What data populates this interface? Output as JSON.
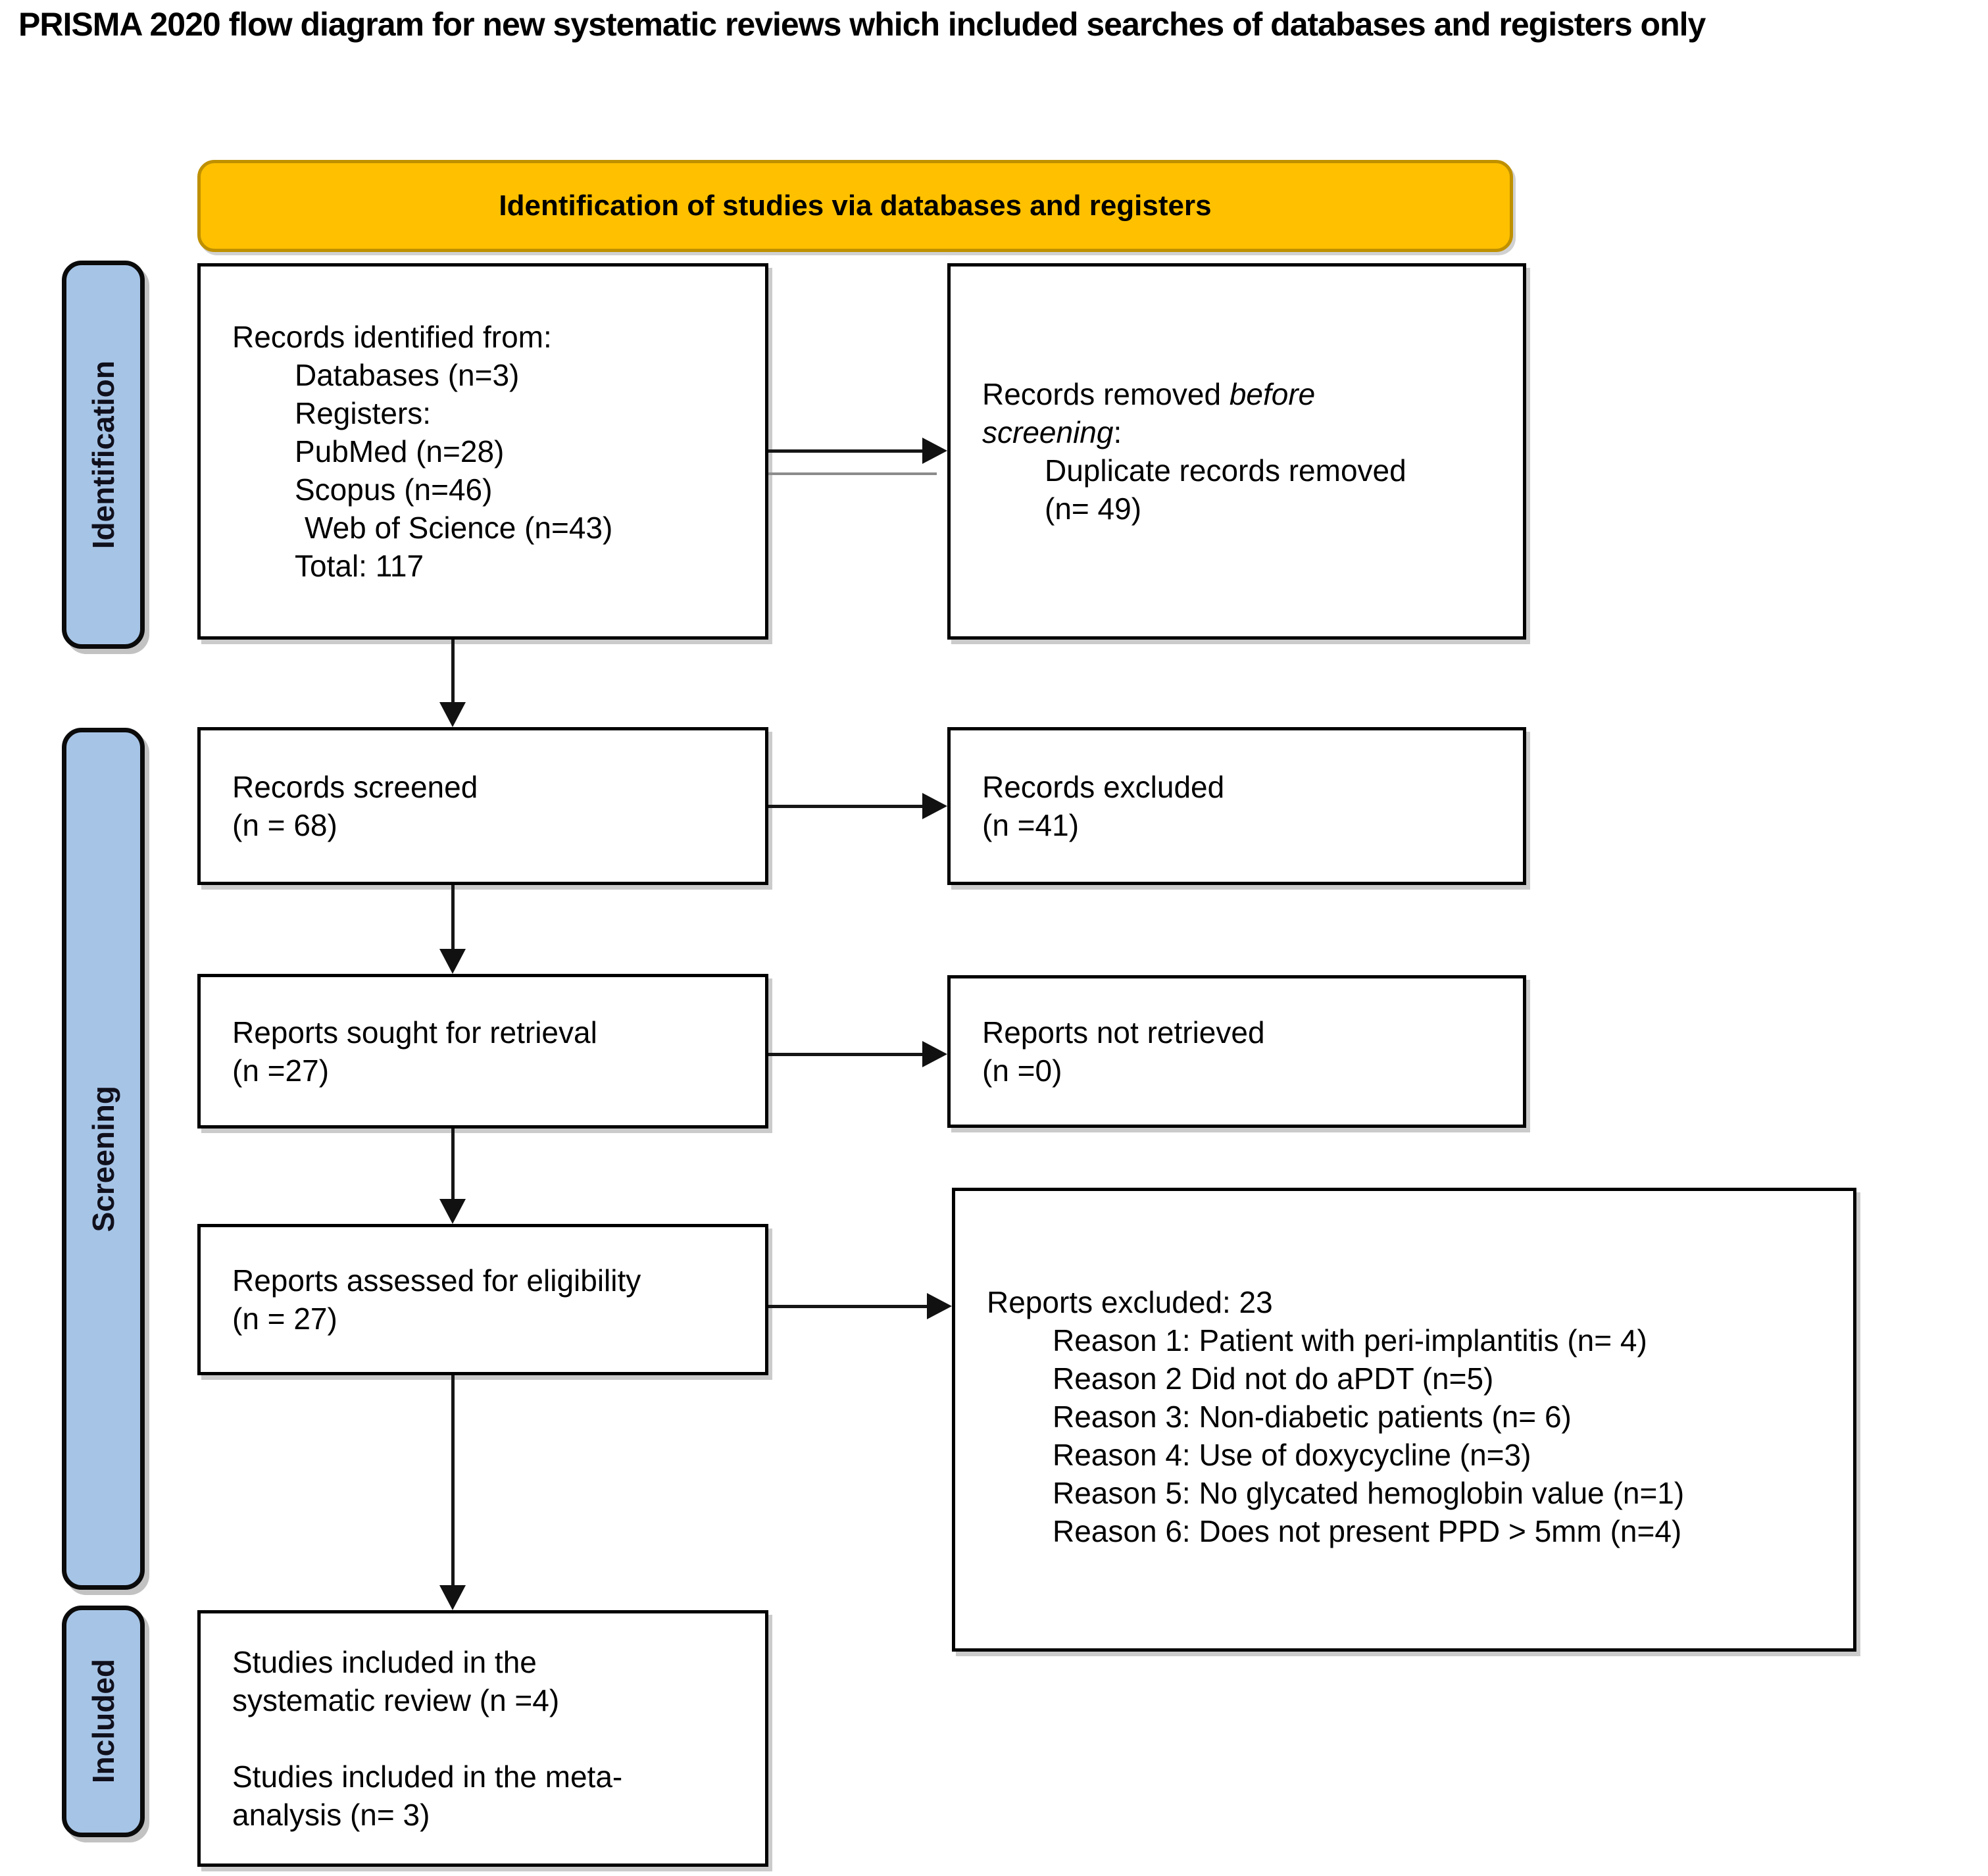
{
  "title": "PRISMA 2020 flow diagram for new systematic reviews which included searches of databases and registers only",
  "banner": {
    "label": "Identification of studies via databases and registers",
    "bg_color": "#FFC000",
    "border_color": "#BF9000"
  },
  "stages": {
    "identification": "Identification",
    "screening": "Screening",
    "included": "Included",
    "bg_color": "#A6C4E6"
  },
  "boxes": {
    "records_identified": {
      "lines": [
        "Records identified from:",
        "Databases (n=3)",
        "Registers:",
        "PubMed (n=28)",
        "Scopus (n=46)",
        "Web of Science (n=43)",
        "Total: 117"
      ]
    },
    "records_removed": {
      "prefix": "Records removed ",
      "italic1": "before",
      "italic2": "screening",
      "suffix": ":",
      "detail1": "Duplicate records removed",
      "detail2": "(n= 49)"
    },
    "records_screened": {
      "line1": "Records screened",
      "line2": "(n = 68)"
    },
    "records_excluded": {
      "line1": "Records excluded",
      "line2": "(n =41)"
    },
    "reports_sought": {
      "line1": "Reports sought for retrieval",
      "line2": "(n =27)"
    },
    "reports_not_retrieved": {
      "line1": "Reports not retrieved",
      "line2": "(n =0)"
    },
    "reports_assessed": {
      "line1": "Reports assessed for eligibility",
      "line2": "(n = 27)"
    },
    "reports_excluded": {
      "header": "Reports excluded: 23",
      "reasons": [
        "Reason 1: Patient with peri-implantitis (n= 4)",
        "Reason 2 Did not do aPDT (n=5)",
        "Reason 3: Non-diabetic patients (n= 6)",
        "Reason 4: Use of doxycycline (n=3)",
        "Reason 5: No glycated hemoglobin value (n=1)",
        "Reason 6: Does not present PPD > 5mm (n=4)"
      ]
    },
    "studies_included": {
      "lines": [
        "Studies included in the",
        "systematic review (n =4)",
        "",
        "Studies included in the meta-",
        "analysis (n= 3)"
      ]
    }
  }
}
